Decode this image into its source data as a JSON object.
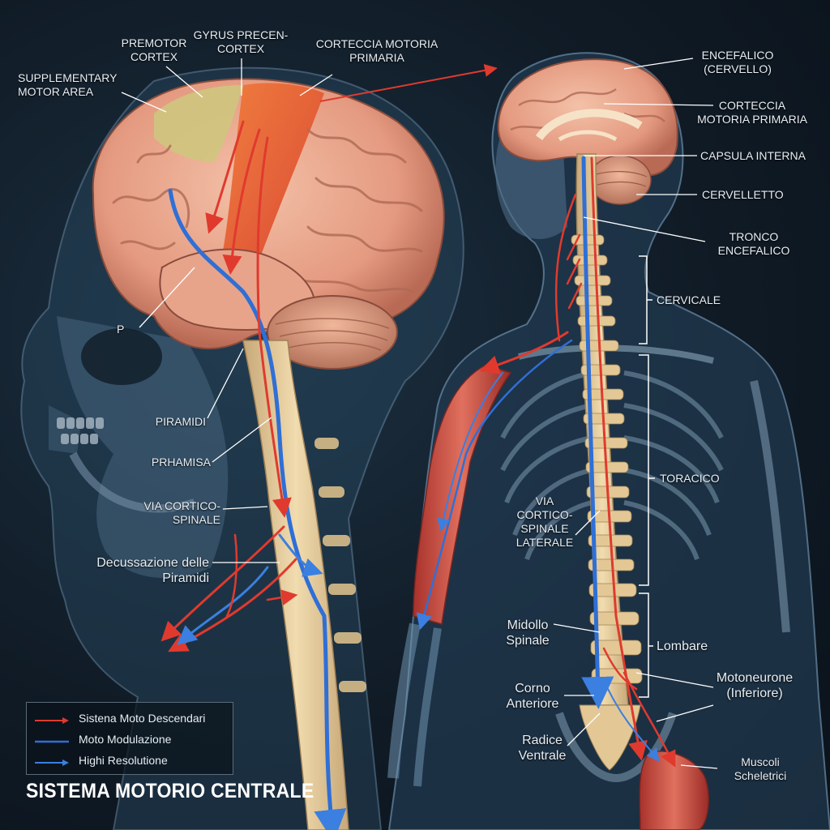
{
  "title": "SISTEMA MOTORIO CENTRALE",
  "labels": {
    "premotor": "PREMOTOR\nCORTEX",
    "gyrus": "GYRUS PRECEN-\nCORTEX",
    "corteccia_left": "CORTECCIA MOTORIA\nPRIMARIA",
    "supplementary": "SUPPLEMENTARY\nMOTOR AREA",
    "p": "P",
    "piramidi": "PIRAMIDI",
    "prhamisa": "PRHAMISA",
    "via_cortico": "VIA CORTICO-\nSPINALE",
    "decussazione": "Decussazione delle\nPiramidi",
    "encefalico": "ENCEFALICO\n(CERVELLO)",
    "corteccia_right": "CORTECCIA\nMOTORIA PRIMARIA",
    "capsula": "CAPSULA INTERNA",
    "cervelletto": "CERVELLETTO",
    "tronco": "TRONCO\nENCEFALICO",
    "cervicale": "CERVICALE",
    "toracico": "TORACICO",
    "via_laterale": "VIA\nCORTICO-\nSPINALE\nLATERALE",
    "lombare": "Lombare",
    "midollo": "Midollo\nSpinale",
    "corno": "Corno\nAnteriore",
    "radice": "Radice\nVentrale",
    "motoneurone": "Motoneurone\n(Inferiore)",
    "muscoli": "Muscoli\nScheletrici"
  },
  "legend": [
    {
      "label": "Sistena Moto Descendari",
      "color": "#e03a2e",
      "arrow": true
    },
    {
      "label": "Moto Modulazione",
      "color": "#2f6fd6",
      "arrow": false
    },
    {
      "label": "Highi Resolutione",
      "color": "#3b7fe0",
      "arrow": true
    }
  ],
  "colors": {
    "red_tract": "#e03a2e",
    "blue_tract": "#2f6fd6",
    "brain": "#e9a58c",
    "motor_cortex": "#e2562a",
    "premotor": "#c9c27a",
    "spine": "#e8cf9c",
    "body_outline": "#6f93b0"
  }
}
